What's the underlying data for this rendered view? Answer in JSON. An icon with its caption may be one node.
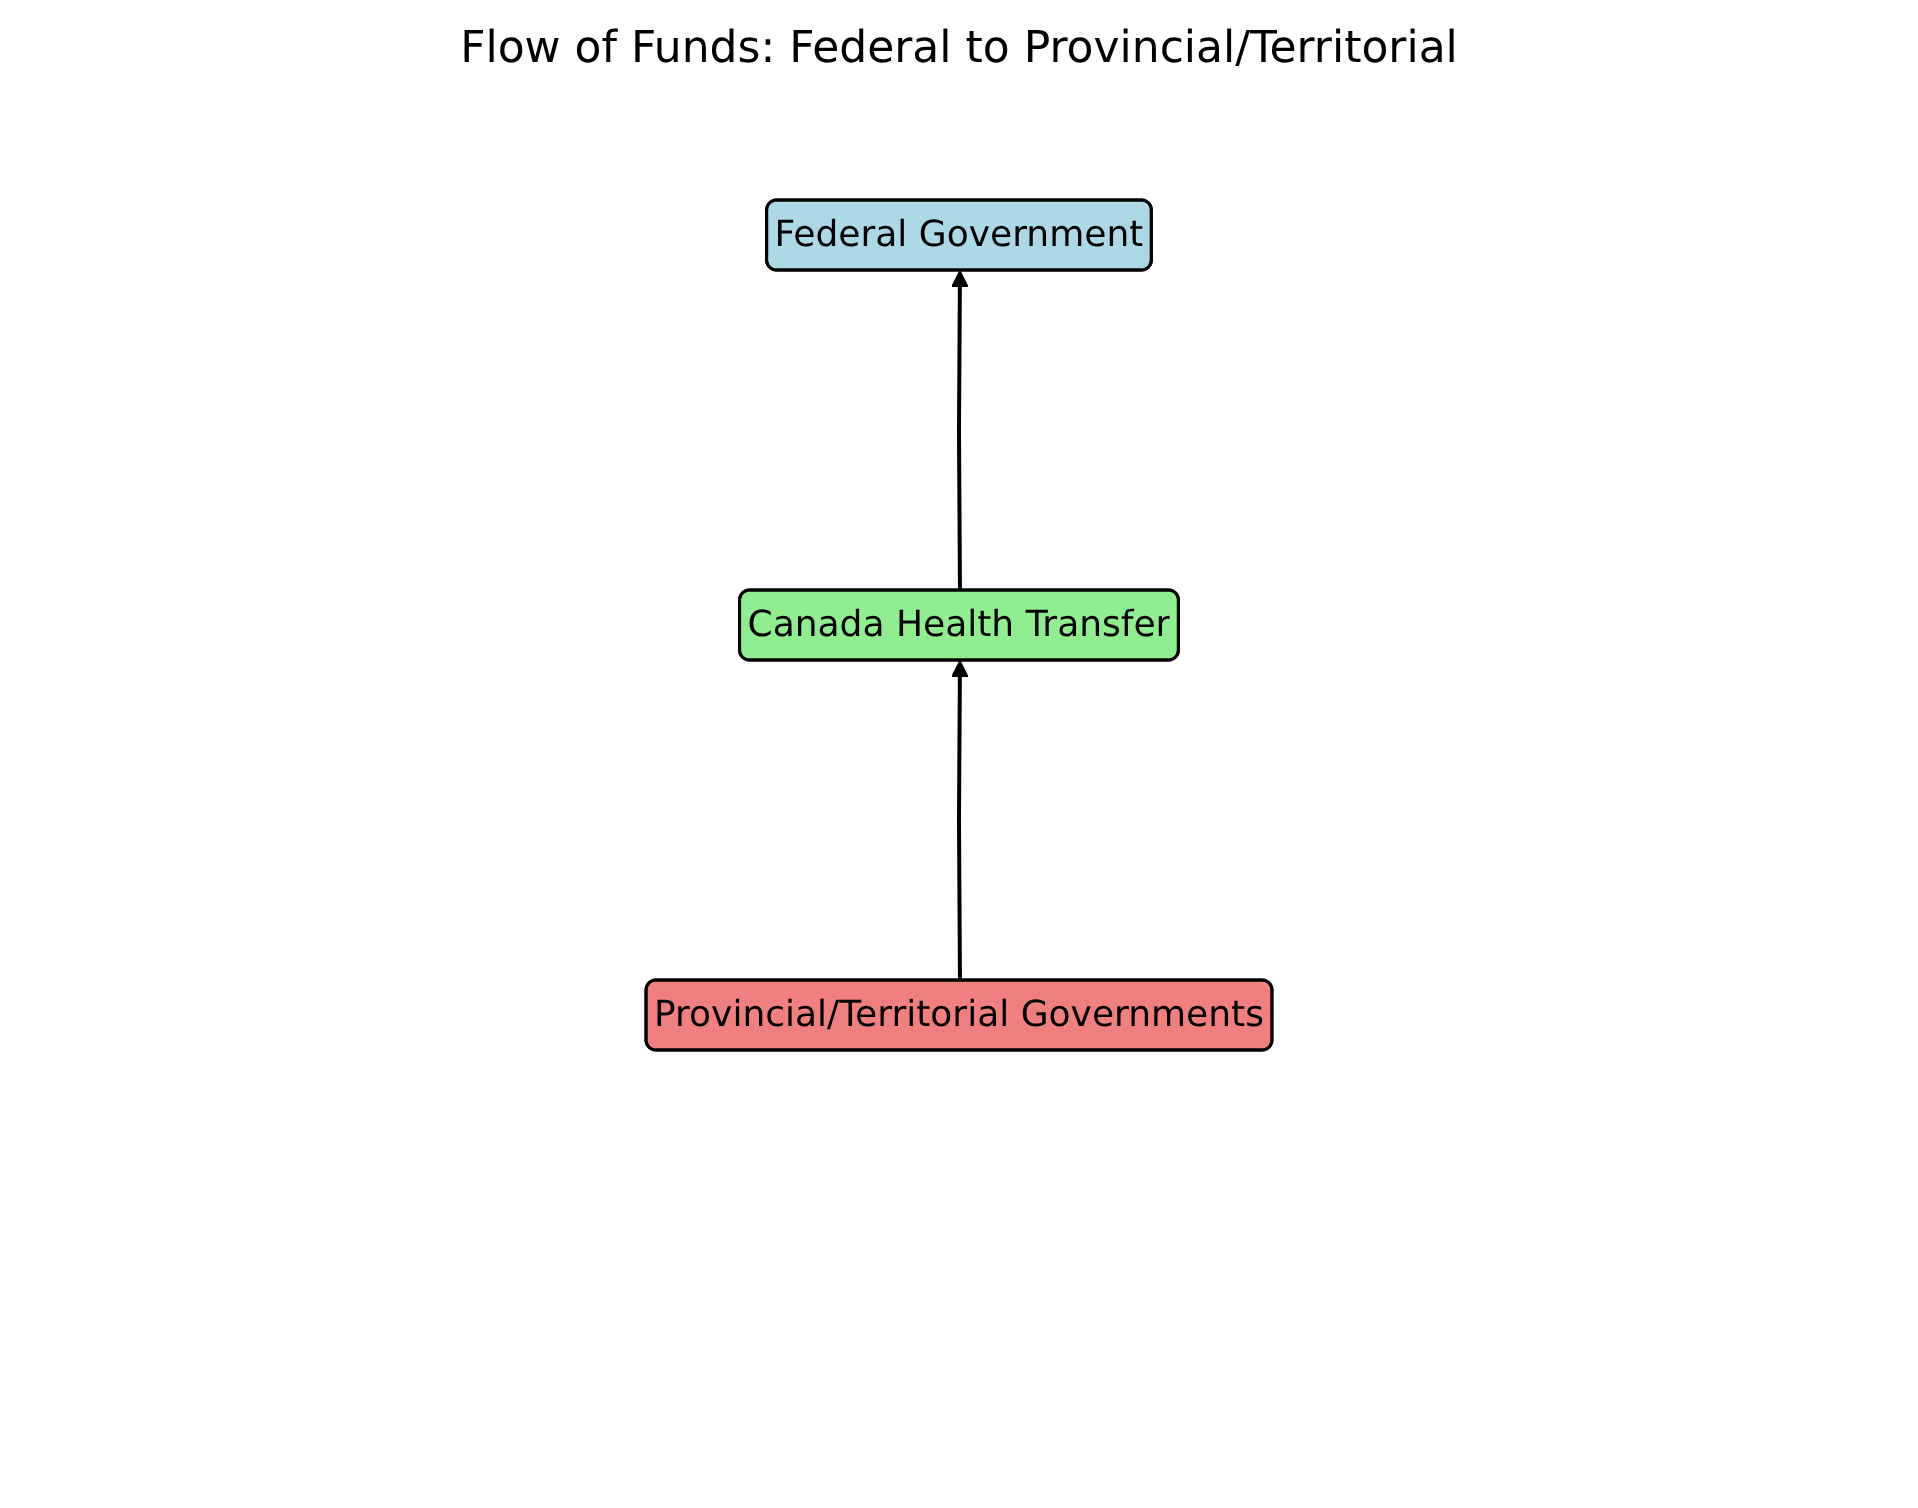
{
  "diagram": {
    "title": "Flow of Funds: Federal to Provincial/Territorial",
    "nodes": [
      {
        "text": [
          "Federal Government"
        ]
      },
      {
        "text": [
          "Canada Health Transfer"
        ]
      },
      {
        "text": [
          "Provincial/Territorial Governments"
        ]
      }
    ],
    "edges": [
      {
        "from": 1,
        "to": 0,
        "arrow": "to"
      },
      {
        "from": 2,
        "to": 1,
        "arrow": "to"
      }
    ]
  }
}
